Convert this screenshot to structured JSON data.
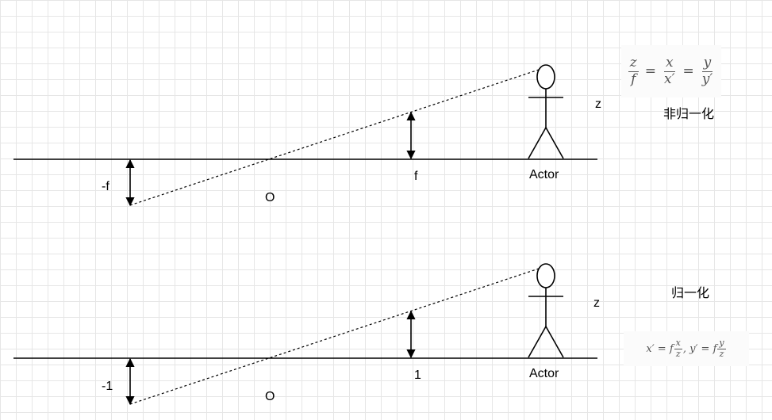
{
  "top_diagram": {
    "neg_label": "-f",
    "origin_label": "O",
    "pos_label": "f",
    "actor_label": "Actor",
    "z_label": "z",
    "caption": "非归一化",
    "formula": {
      "t1_num": "z",
      "t1_den": "f",
      "eq1": "=",
      "t2_num": "x",
      "t2_den": "x′",
      "eq2": "=",
      "t3_num": "y",
      "t3_den": "y′"
    }
  },
  "bottom_diagram": {
    "neg_label": "-1",
    "origin_label": "O",
    "pos_label": "1",
    "actor_label": "Actor",
    "z_label": "z",
    "caption": "归一化",
    "formula": {
      "lhs1": "x′ = f",
      "t1_num": "x",
      "t1_den": "z",
      "mid": ", y′ = f",
      "t2_num": "y",
      "t2_den": "z"
    }
  },
  "colors": {
    "line": "#000000",
    "grid": "#e6e6e6",
    "formula_text": "#555555"
  }
}
